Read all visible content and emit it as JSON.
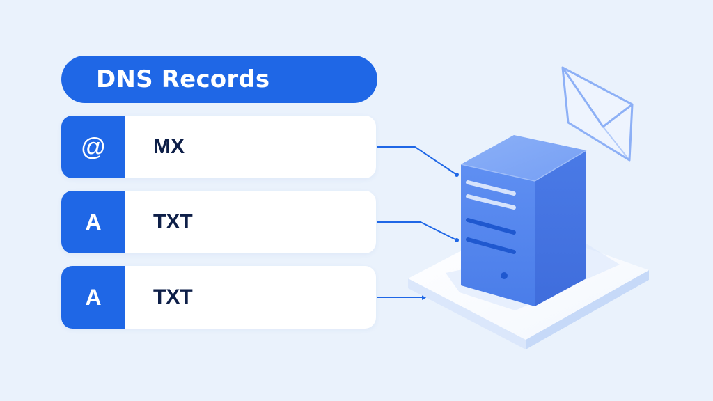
{
  "header": {
    "title": "DNS Records"
  },
  "records": [
    {
      "tag": "@",
      "type": "MX"
    },
    {
      "tag": "A",
      "type": "TXT"
    },
    {
      "tag": "A",
      "type": "TXT"
    }
  ],
  "colors": {
    "primary": "#1f67e6",
    "background": "#eaf2fc",
    "server": "#5c8cf0",
    "text": "#0e1f48"
  },
  "icons": {
    "server": "server-icon",
    "mail": "envelope-icon"
  }
}
